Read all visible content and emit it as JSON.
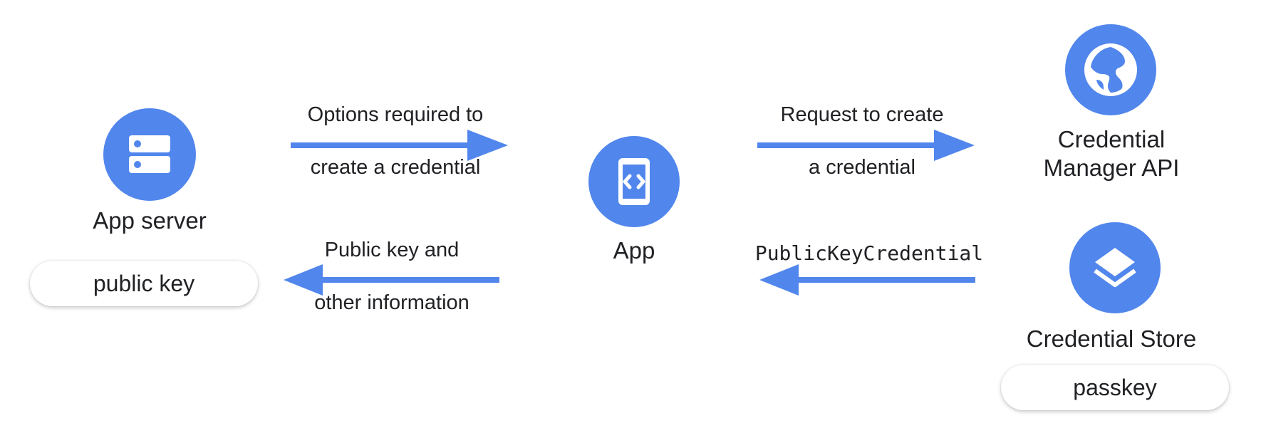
{
  "colors": {
    "accent": "#5186ec",
    "text": "#202124",
    "icon_fg": "#ffffff"
  },
  "nodes": {
    "app_server": {
      "label": "App server",
      "badge": "public key",
      "icon": "server-icon"
    },
    "app": {
      "label": "App",
      "icon": "code-phone-icon"
    },
    "credential_manager": {
      "label_line1": "Credential",
      "label_line2": "Manager API",
      "icon": "globe-icon"
    },
    "credential_store": {
      "label": "Credential Store",
      "badge": "passkey",
      "icon": "layers-icon"
    }
  },
  "flows": {
    "options_to_app": {
      "line1": "Options required to",
      "line2": "create a credential",
      "direction": "right"
    },
    "public_key_to_server": {
      "line1": "Public key and",
      "line2": "other information",
      "direction": "left"
    },
    "request_to_api": {
      "line1": "Request to create",
      "line2": "a credential",
      "direction": "right"
    },
    "credential_to_app": {
      "label": "PublicKeyCredential",
      "direction": "left"
    }
  }
}
